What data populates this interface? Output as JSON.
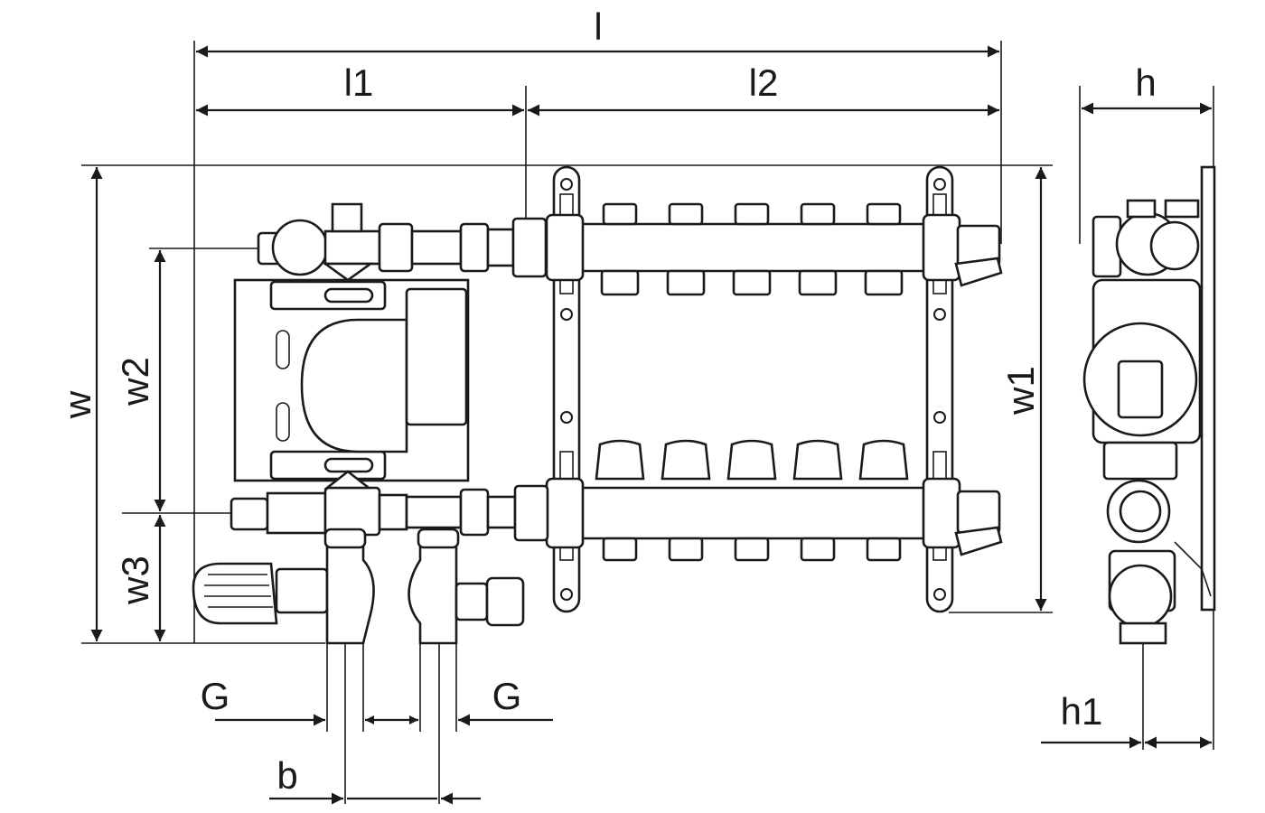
{
  "labels": {
    "l": "l",
    "l1": "l1",
    "l2": "l2",
    "w": "w",
    "w1": "w1",
    "w2": "w2",
    "w3": "w3",
    "h": "h",
    "h1": "h1",
    "b": "b",
    "g_left": "G",
    "g_right": "G"
  },
  "line_color": "#1a1a1a",
  "background_color": "#ffffff"
}
